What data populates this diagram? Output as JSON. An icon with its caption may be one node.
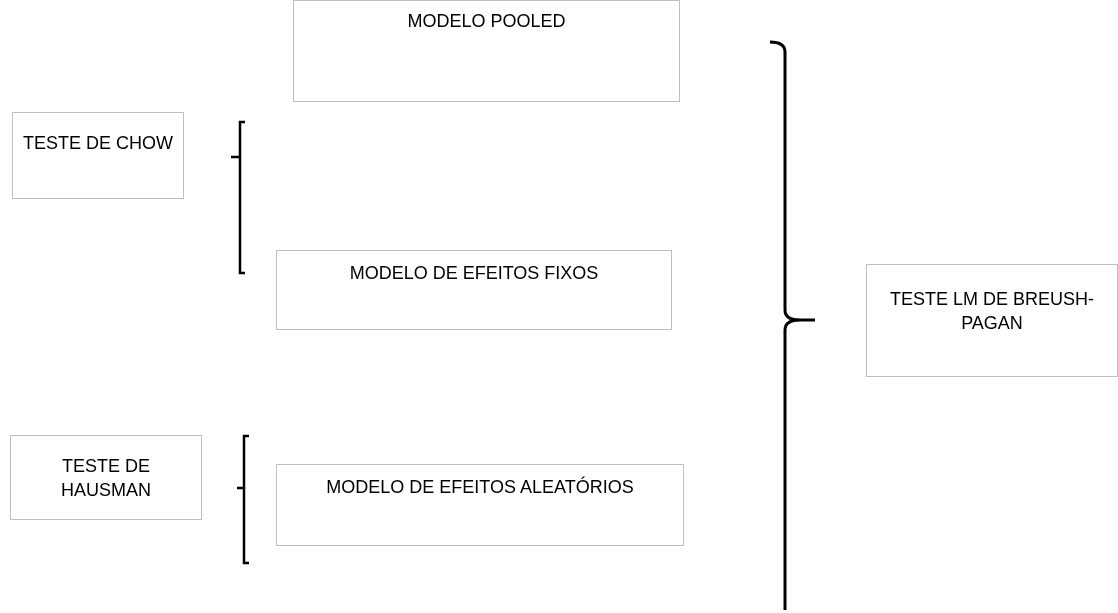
{
  "diagram": {
    "nodes": [
      {
        "text": [
          "TESTE DE CHOW"
        ]
      },
      {
        "text": [
          "MODELO POOLED"
        ]
      },
      {
        "text": [
          "MODELO DE EFEITOS FIXOS"
        ]
      },
      {
        "text": [
          "TESTE DE HAUSMAN"
        ]
      },
      {
        "text": [
          "MODELO DE EFEITOS ALEATÓRIOS"
        ]
      },
      {
        "text": [
          "TESTE LM DE BREUSH-PAGAN"
        ]
      }
    ]
  }
}
